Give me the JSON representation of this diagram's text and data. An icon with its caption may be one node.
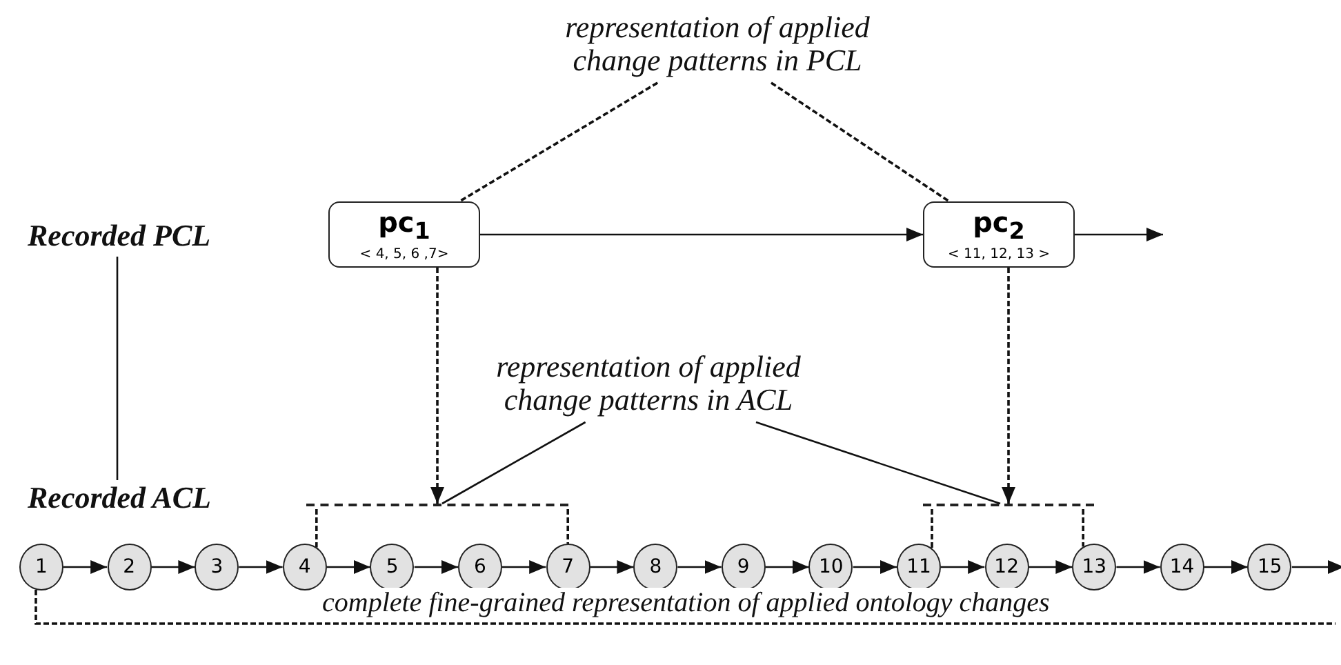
{
  "diagram": {
    "nodes": [
      {
        "text": [
          "representation of applied change patterns in PCL"
        ]
      },
      {
        "text": [
          "Recorded PCL"
        ]
      },
      {
        "text": [
          "pc$_{1}$",
          "< 4, 5, 6 ,7>"
        ]
      },
      {
        "text": [
          "pc$_{2}$",
          "< 11, 12, 13 >"
        ]
      },
      {
        "text": [
          "representation of applied change patterns in ACL"
        ]
      },
      {
        "text": [],
        "shape": "bracket"
      },
      {
        "text": [],
        "shape": "bracket"
      },
      {
        "text": [
          "Recorded ACL"
        ]
      },
      {
        "text": [
          "1"
        ]
      },
      {
        "text": [
          "2"
        ]
      },
      {
        "text": [
          "3"
        ]
      },
      {
        "text": [
          "4"
        ]
      },
      {
        "text": [
          "5"
        ]
      },
      {
        "text": [
          "6"
        ]
      },
      {
        "text": [
          "7"
        ]
      },
      {
        "text": [
          "8"
        ]
      },
      {
        "text": [
          "9"
        ]
      },
      {
        "text": [
          "10"
        ]
      },
      {
        "text": [
          "11"
        ]
      },
      {
        "text": [
          "12"
        ]
      },
      {
        "text": [
          "13"
        ]
      },
      {
        "text": [
          "14"
        ]
      },
      {
        "text": [
          "15"
        ]
      }
    ],
    "edges": [
      {
        "from": 0,
        "to": 2,
        "arrow": "none",
        "style": "dashed"
      },
      {
        "from": 0,
        "to": 3,
        "arrow": "none",
        "style": "dashed"
      },
      {
        "from": 1,
        "to": 7,
        "arrow": "none"
      },
      {
        "from": 2,
        "to": 3,
        "arrow": "to"
      },
      {
        "from": 3,
        "to": null,
        "arrow": "to"
      },
      {
        "from": 2,
        "to": 5,
        "arrow": "to",
        "style": "dashed"
      },
      {
        "from": 3,
        "to": 6,
        "arrow": "to",
        "style": "dashed"
      },
      {
        "from": 4,
        "to": 5,
        "arrow": "none"
      },
      {
        "from": 4,
        "to": 6,
        "arrow": "none"
      },
      {
        "from": 5,
        "to": 11,
        "arrow": "none",
        "style": "dashed"
      },
      {
        "from": 5,
        "to": 14,
        "arrow": "none",
        "style": "dashed"
      },
      {
        "from": 6,
        "to": 18,
        "arrow": "none",
        "style": "dashed"
      },
      {
        "from": 6,
        "to": 20,
        "arrow": "none",
        "style": "dashed"
      },
      {
        "from": 8,
        "to": 9,
        "arrow": "to"
      },
      {
        "from": 9,
        "to": 10,
        "arrow": "to"
      },
      {
        "from": 10,
        "to": 11,
        "arrow": "to"
      },
      {
        "from": 11,
        "to": 12,
        "arrow": "to"
      },
      {
        "from": 12,
        "to": 13,
        "arrow": "to"
      },
      {
        "from": 13,
        "to": 14,
        "arrow": "to"
      },
      {
        "from": 14,
        "to": 15,
        "arrow": "to"
      },
      {
        "from": 15,
        "to": 16,
        "arrow": "to"
      },
      {
        "from": 16,
        "to": 17,
        "arrow": "to"
      },
      {
        "from": 17,
        "to": 18,
        "arrow": "to"
      },
      {
        "from": 18,
        "to": 19,
        "arrow": "to"
      },
      {
        "from": 19,
        "to": 20,
        "arrow": "to"
      },
      {
        "from": 20,
        "to": 21,
        "arrow": "to"
      },
      {
        "from": 21,
        "to": 22,
        "arrow": "to"
      },
      {
        "from": 22,
        "to": null,
        "arrow": "to"
      },
      {
        "from": 8,
        "to": null,
        "arrow": "none",
        "style": "dashed",
        "label": "complete fine-grained representation of applied ontology changes"
      }
    ]
  }
}
